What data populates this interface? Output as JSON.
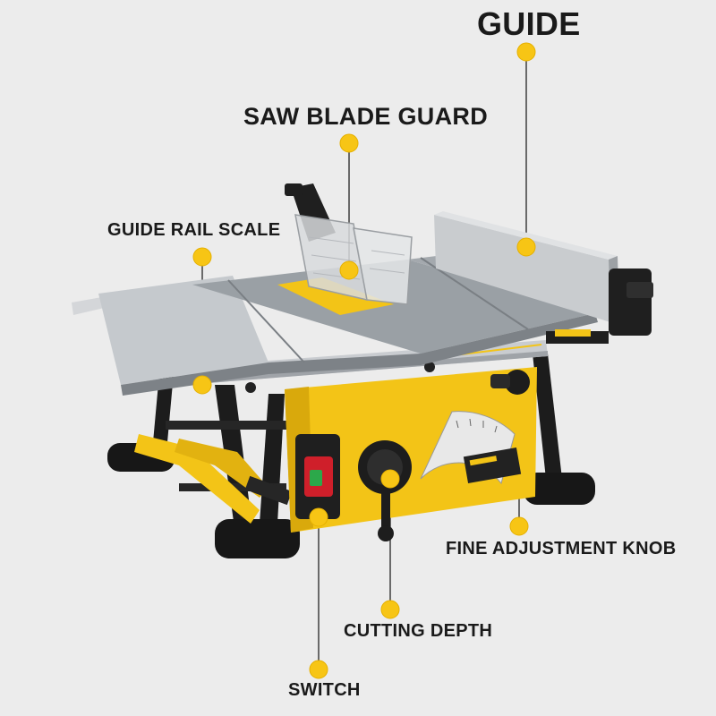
{
  "callouts": {
    "guide": "GUIDE",
    "saw_blade_guard": "SAW BLADE GUARD",
    "guide_rail_scale": "GUIDE RAIL SCALE",
    "fine_adjustment_knob": "FINE ADJUSTMENT KNOB",
    "cutting_depth": "CUTTING DEPTH",
    "switch": "SWITCH"
  },
  "colors": {
    "background": "#ececec",
    "marker": "#f7c515",
    "leader_line": "#333333",
    "machine_yellow": "#f3c417",
    "table_top": "#9a9fa4",
    "frame_black": "#1c1c1c",
    "switch_red": "#cf1f2a",
    "switch_green": "#2ca84a"
  }
}
